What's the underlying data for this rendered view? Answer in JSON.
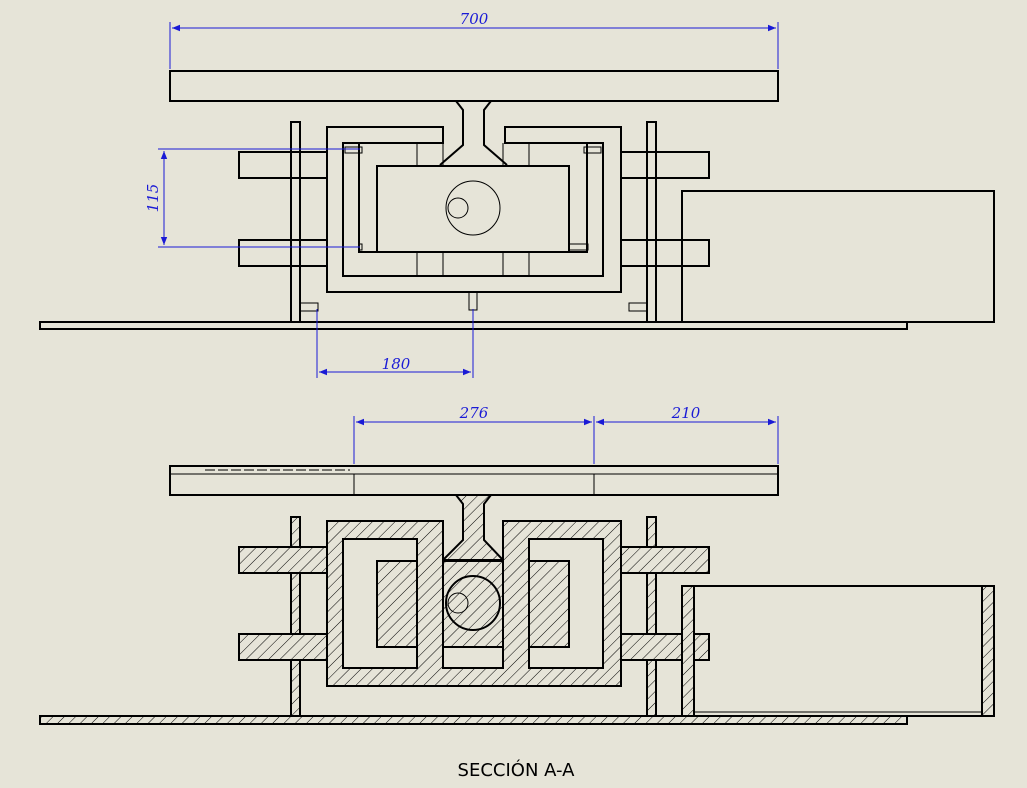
{
  "dimensions": {
    "top_width": "700",
    "top_height": "115",
    "top_offset": "180",
    "bottom_left_span": "276",
    "bottom_right_span": "210"
  },
  "section_label": "SECCIÓN A-A",
  "colors": {
    "background": "#e6e4d8",
    "line": "#000000",
    "dimension": "#1a1ad6"
  }
}
